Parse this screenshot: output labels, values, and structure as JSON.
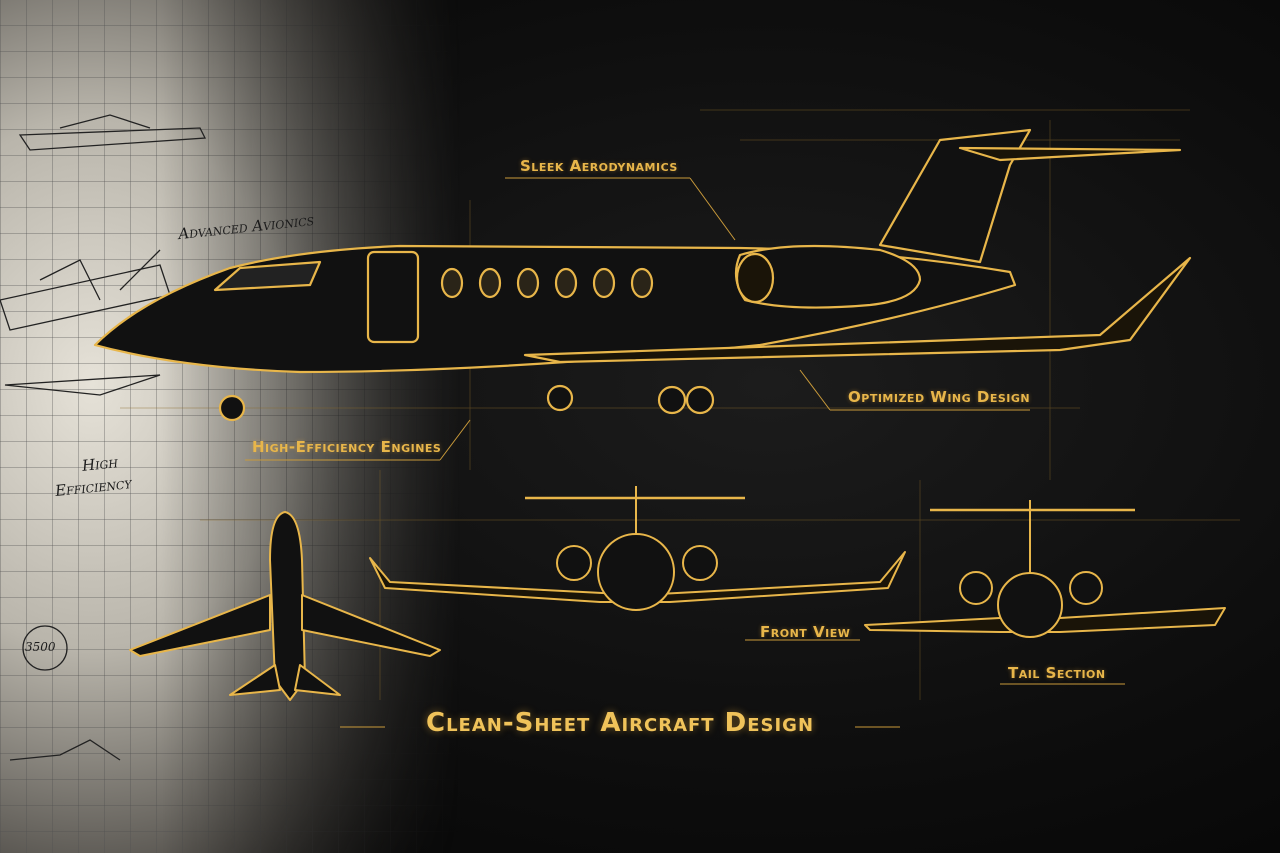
{
  "labels": {
    "sleek_aerodynamics": "Sleek Aerodynamics",
    "high_efficiency_engines": "High-Efficiency Engines",
    "optimized_wing_design": "Optimized Wing Design",
    "front_view": "Front View",
    "tail_section": "Tail Section"
  },
  "title": "Clean-Sheet Aircraft Design",
  "sketch_notes": {
    "avionics": "Advanced Avionics",
    "high": "High",
    "efficiency": "Efficiency",
    "number": "3500"
  },
  "colors": {
    "gold": "#e8b64a",
    "background": "#0d0d0d",
    "paper": "#d8d4ca"
  }
}
